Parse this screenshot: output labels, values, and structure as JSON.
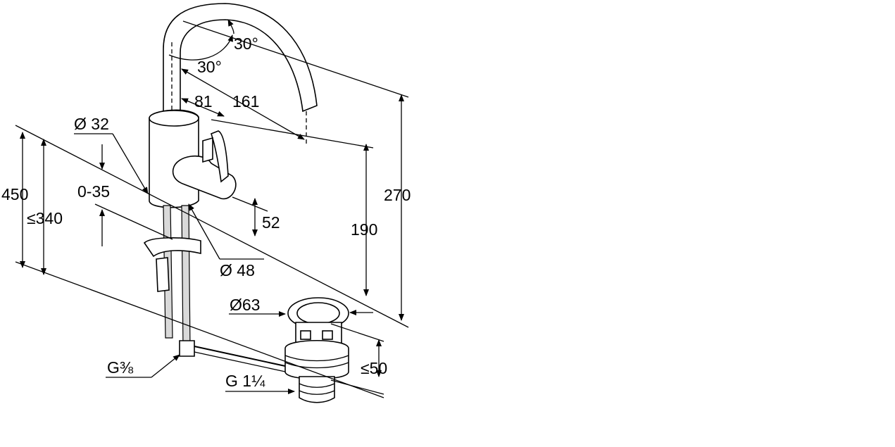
{
  "labels": {
    "angle_top": "30°",
    "angle_mid": "30°",
    "reach_inner": "81",
    "reach_outer": "161",
    "body_diameter": "Ø 32",
    "total_length": "450",
    "max_mount": "≤340",
    "thickness_range": "0-35",
    "lever_height": "52",
    "base_diameter": "Ø 48",
    "spout_height": "190",
    "overall_height": "270",
    "waste_diameter": "Ø63",
    "waste_height": "≤50",
    "connection_thread": "G⅜",
    "waste_thread": "G 1¼"
  },
  "colors": {
    "line": "#000000",
    "fill": "#ffffff",
    "shade": "#d9d9d9"
  }
}
